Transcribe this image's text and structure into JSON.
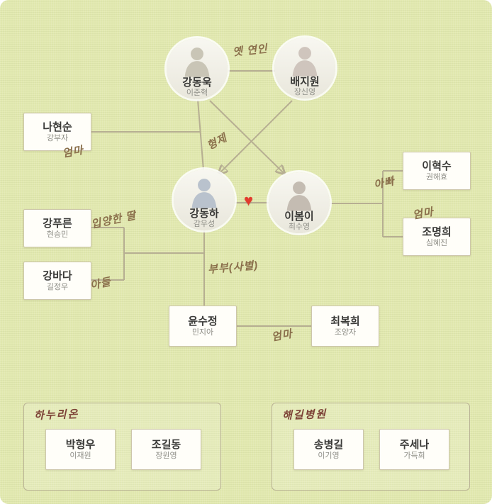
{
  "people": {
    "kang_dong_uk": {
      "name": "강동욱",
      "actor": "이준혁"
    },
    "bae_ji_won": {
      "name": "배지원",
      "actor": "장신영"
    },
    "na_hyeon_sun": {
      "name": "나현순",
      "actor": "강부자"
    },
    "kang_dong_ha": {
      "name": "강동하",
      "actor": "감우성"
    },
    "lee_bom_i": {
      "name": "이봄이",
      "actor": "최수영"
    },
    "lee_hyeok_su": {
      "name": "이혁수",
      "actor": "권해효"
    },
    "jo_myeong_hui": {
      "name": "조명희",
      "actor": "심혜진"
    },
    "kang_pu_reun": {
      "name": "강푸른",
      "actor": "현승민"
    },
    "kang_ba_da": {
      "name": "강바다",
      "actor": "길정우"
    },
    "yun_su_jeong": {
      "name": "윤수정",
      "actor": "민지아"
    },
    "choi_bok_hui": {
      "name": "최복희",
      "actor": "조양자"
    },
    "park_hyeong_u": {
      "name": "박형우",
      "actor": "이재원"
    },
    "jo_gil_dong": {
      "name": "조길동",
      "actor": "장원영"
    },
    "song_byeong_gil": {
      "name": "송병길",
      "actor": "이기영"
    },
    "ju_se_na": {
      "name": "주세나",
      "actor": "가득희"
    }
  },
  "labels": {
    "old_lovers": "옛 연인",
    "mom_na_hyeon_sun": "엄마",
    "brothers": "형제",
    "dad": "아빠",
    "mom_jo_myeong_hui": "엄마",
    "adopted_daughter": "입양한 딸",
    "son": "아들",
    "married_bereaved": "부부(사별)",
    "mom_choi_bok_hui": "엄마"
  },
  "groups": {
    "hanurion": {
      "title": "하누리온"
    },
    "haegil_hospital": {
      "title": "해길병원"
    }
  },
  "icons": {
    "heart": "♥"
  },
  "colors": {
    "background": "#e2e9b0",
    "line": "#b6ae92",
    "handwriting": "#8a6f4b",
    "group_title": "#7c4136",
    "heart": "#e23b2e",
    "box_border": "#cdc6aa"
  }
}
